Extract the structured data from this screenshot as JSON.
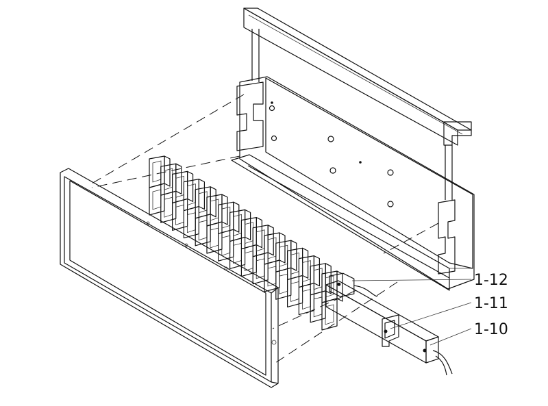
{
  "labels": [
    {
      "id": "1-12",
      "text": "1-12"
    },
    {
      "id": "1-11",
      "text": "1-11"
    },
    {
      "id": "1-10",
      "text": "1-10"
    }
  ],
  "colors": {
    "line": "#111111",
    "highlight": "#2e9e8a",
    "highlight_light": "#7fc8b8",
    "background": "#ffffff"
  },
  "module_count": 16
}
